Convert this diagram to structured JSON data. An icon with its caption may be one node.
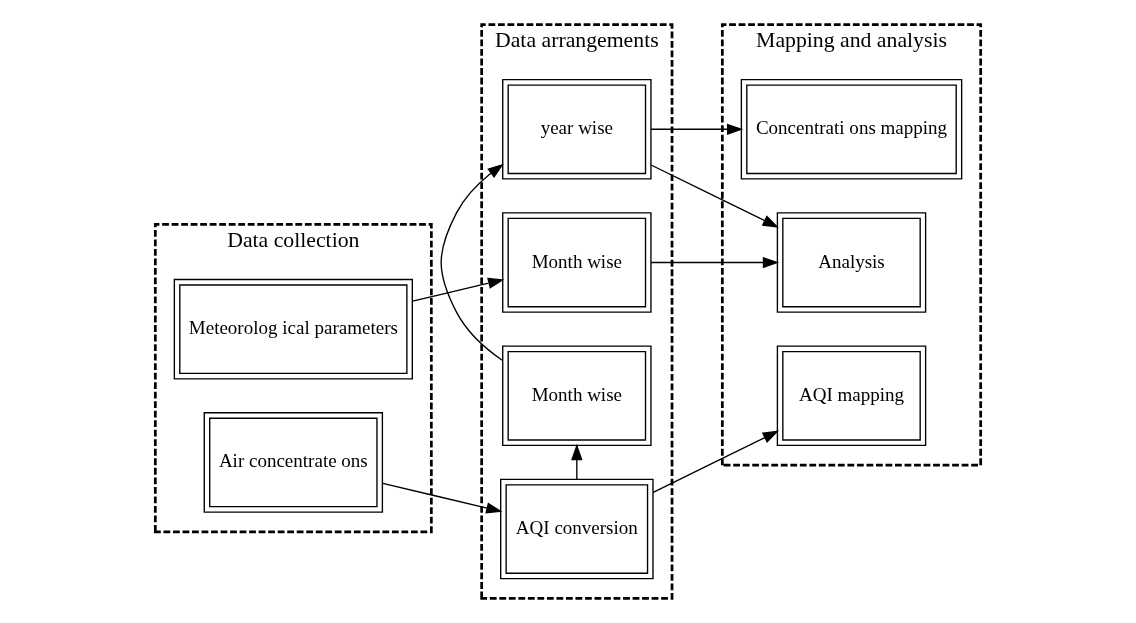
{
  "diagram": {
    "nodes": [
      {
        "text": [
          "Data collection"
        ]
      },
      {
        "text": [
          "Air concentrate ons"
        ],
        "in": 0
      },
      {
        "text": [
          "Meteorolog ical parameters"
        ],
        "in": 0
      },
      {
        "text": [
          "Data arrangements"
        ]
      },
      {
        "text": [
          "AQI conversion"
        ],
        "in": 3
      },
      {
        "text": [
          "Month wise"
        ],
        "in": 3
      },
      {
        "text": [
          "year wise"
        ],
        "in": 3
      },
      {
        "text": [
          "Month wise"
        ],
        "in": 3
      },
      {
        "text": [
          "Mapping and analysis"
        ]
      },
      {
        "text": [
          "AQI mapping"
        ],
        "in": 8
      },
      {
        "text": [
          "Concentrati ons mapping"
        ],
        "in": 8
      },
      {
        "text": [
          "Analysis"
        ],
        "in": 8
      }
    ],
    "edges": [
      {
        "from": 1,
        "to": 4,
        "arrow": "to"
      },
      {
        "from": 4,
        "to": 9,
        "arrow": "to"
      },
      {
        "from": 4,
        "to": 5,
        "arrow": "to"
      },
      {
        "from": 5,
        "to": 6,
        "arrow": "to"
      },
      {
        "from": 6,
        "to": 10,
        "arrow": "to"
      },
      {
        "from": 6,
        "to": 11,
        "arrow": "to"
      },
      {
        "from": 2,
        "to": 7,
        "arrow": "to"
      },
      {
        "from": 7,
        "to": 11,
        "arrow": "to"
      }
    ]
  }
}
